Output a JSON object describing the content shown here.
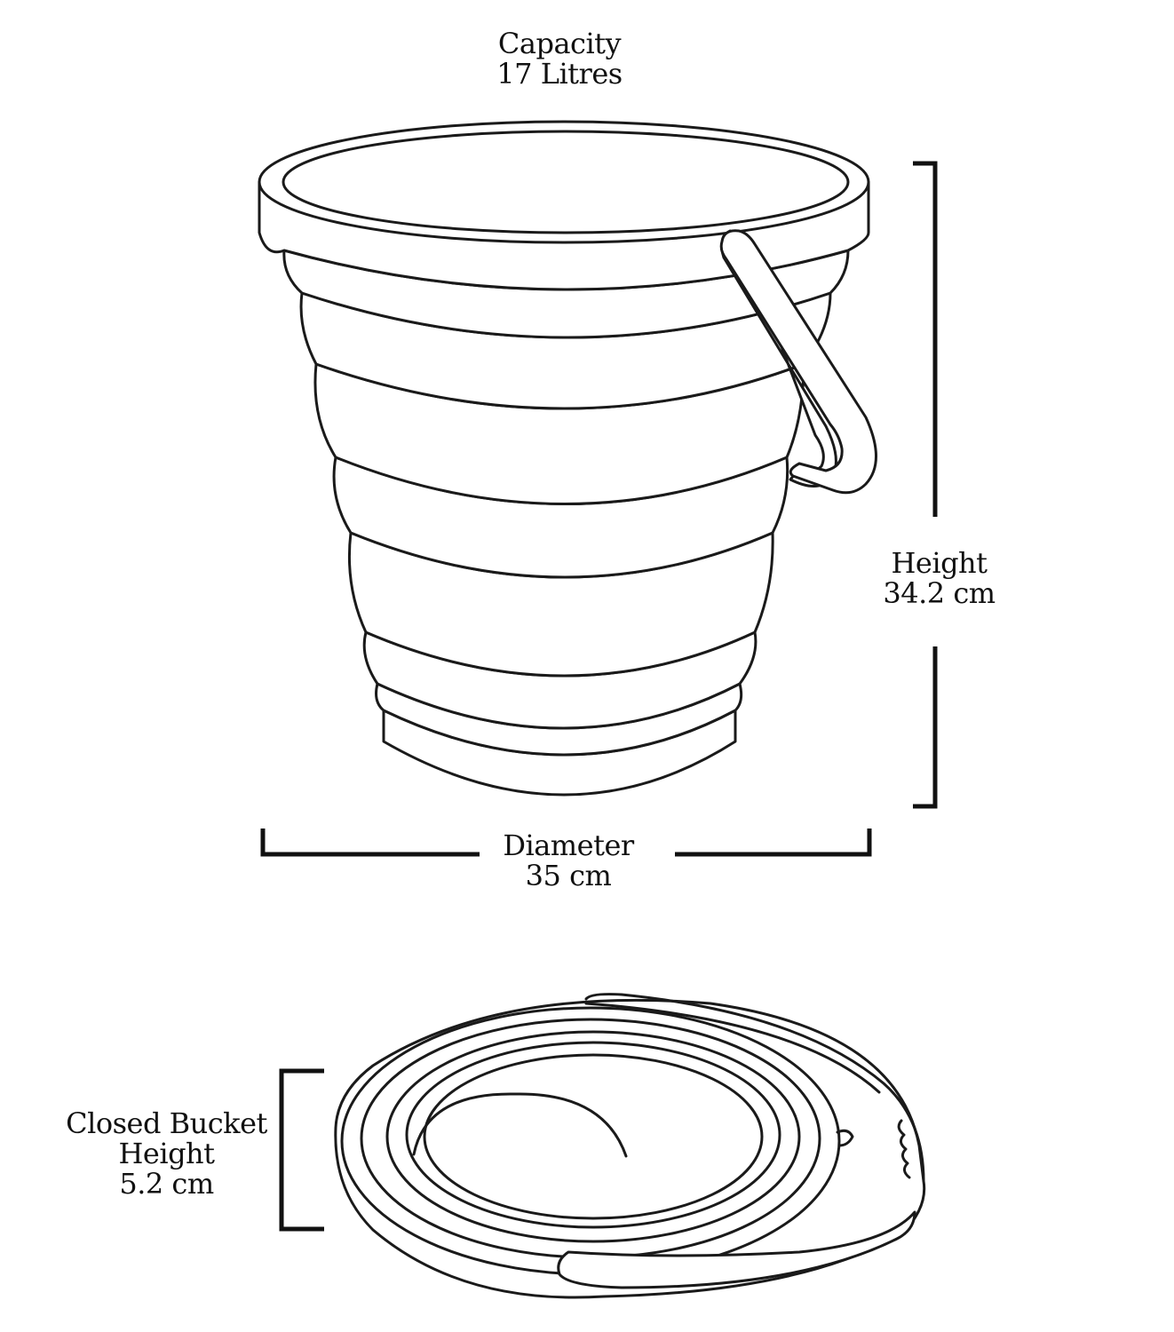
{
  "product": "Collapsible bucket",
  "colors": {
    "background": "#ffffff",
    "line": "#1a1a1a",
    "text": "#111111"
  },
  "labels": {
    "capacity": {
      "title": "Capacity",
      "value": "17 Litres"
    },
    "height": {
      "title": "Height",
      "value": "34.2 cm"
    },
    "diameter": {
      "title": "Diameter",
      "value": "35 cm"
    },
    "closed_height": {
      "title_line1": "Closed Bucket",
      "title_line2": "Height",
      "value": "5.2 cm"
    }
  },
  "views": [
    {
      "name": "expanded-bucket",
      "state": "open"
    },
    {
      "name": "collapsed-bucket",
      "state": "closed"
    }
  ]
}
